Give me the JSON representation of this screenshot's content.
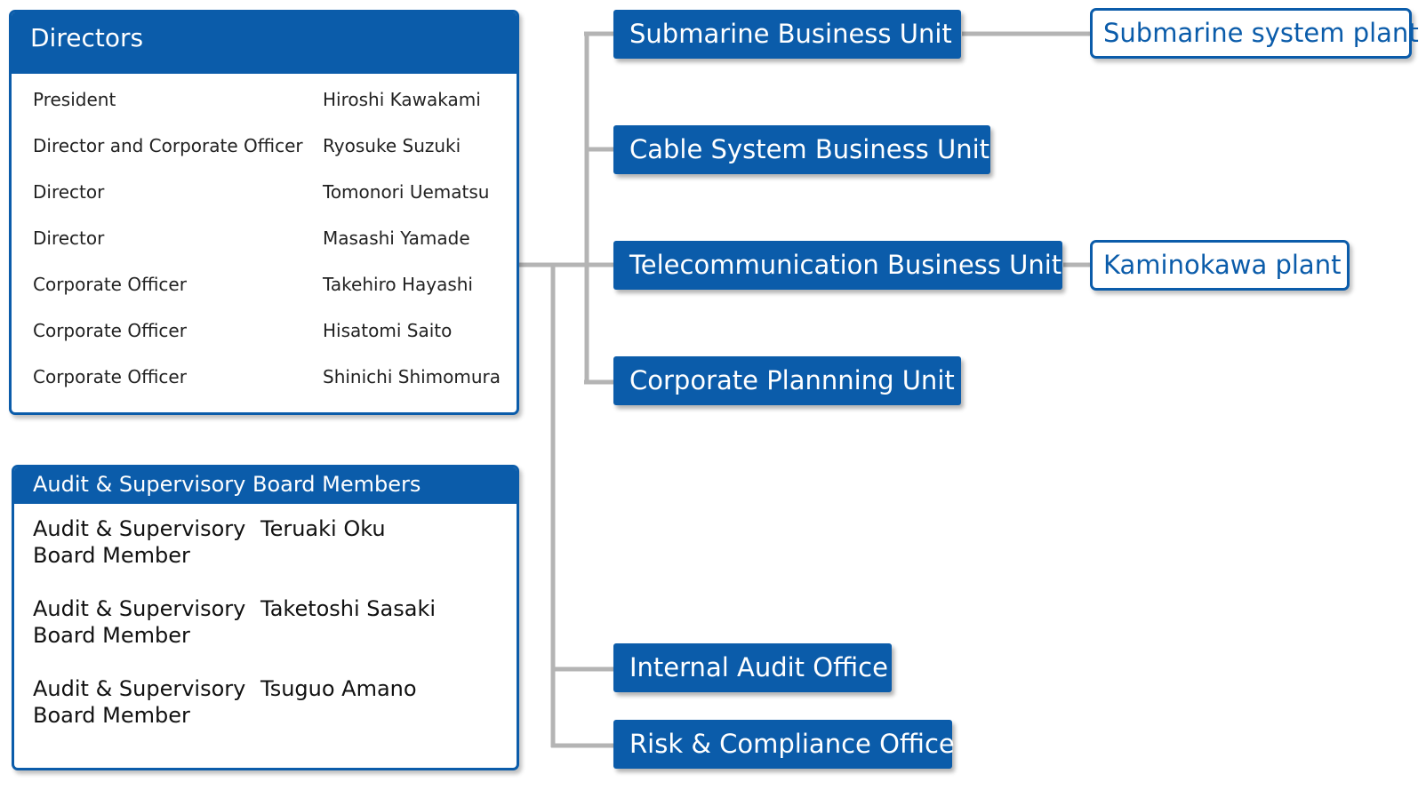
{
  "directors": {
    "title": "Directors",
    "members": [
      {
        "role": "President",
        "name": "Hiroshi Kawakami"
      },
      {
        "role": "Director and Corporate Officer",
        "name": "Ryosuke Suzuki"
      },
      {
        "role": "Director",
        "name": "Tomonori Uematsu"
      },
      {
        "role": "Director",
        "name": "Masashi Yamade"
      },
      {
        "role": "Corporate Officer",
        "name": "Takehiro Hayashi"
      },
      {
        "role": "Corporate Officer",
        "name": "Hisatomi Saito"
      },
      {
        "role": "Corporate Officer",
        "name": "Shinichi Shimomura"
      }
    ]
  },
  "audit_board": {
    "title": "Audit & Supervisory Board Members",
    "members": [
      {
        "role": "Audit & Supervisory Board Member",
        "name": "Teruaki Oku"
      },
      {
        "role": "Audit & Supervisory Board Member",
        "name": "Taketoshi Sasaki"
      },
      {
        "role": "Audit & Supervisory Board Member",
        "name": "Tsuguo Amano"
      }
    ]
  },
  "units": [
    {
      "label": "Submarine Business Unit"
    },
    {
      "label": "Cable System Business Unit"
    },
    {
      "label": "Telecommunication Business Unit"
    },
    {
      "label": "Corporate Plannning Unit"
    },
    {
      "label": "Internal Audit Office"
    },
    {
      "label": "Risk & Compliance Office"
    }
  ],
  "plants": [
    {
      "label": "Submarine system plant"
    },
    {
      "label": "Kaminokawa plant"
    }
  ],
  "colors": {
    "primary_blue": "#0b5caa",
    "connector_gray": "#b4b4b4",
    "background": "#ffffff"
  }
}
